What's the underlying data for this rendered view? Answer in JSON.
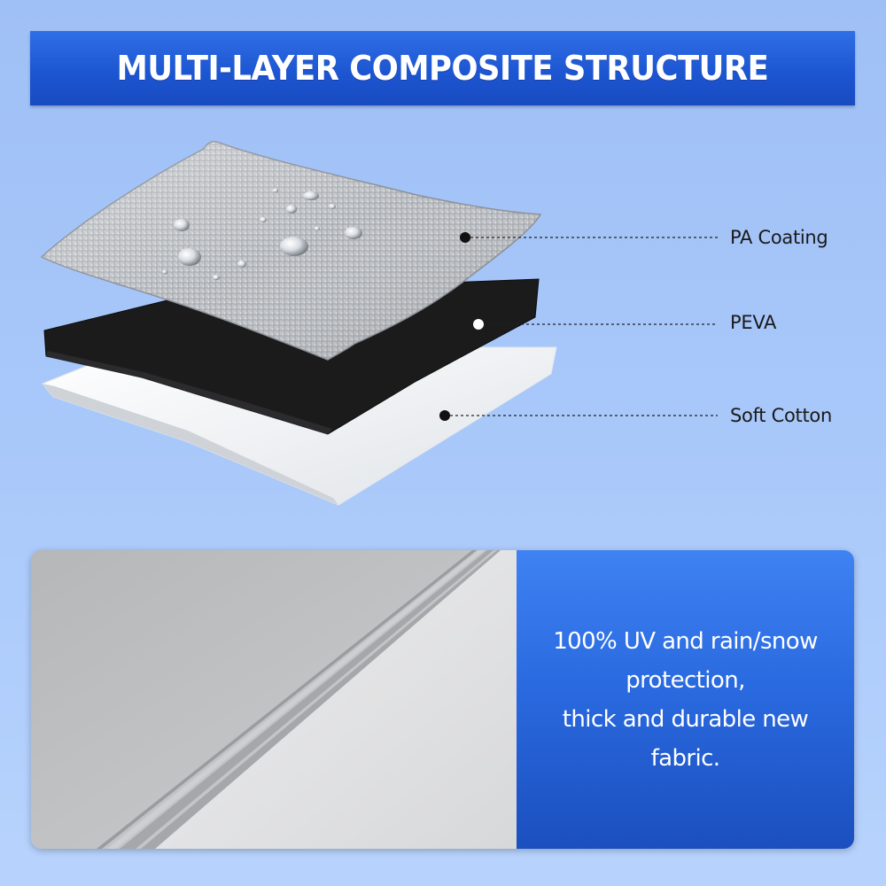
{
  "banner": {
    "title": "MULTI-LAYER COMPOSITE STRUCTURE"
  },
  "layers": [
    {
      "label": "PA Coating"
    },
    {
      "label": "PEVA"
    },
    {
      "label": "Soft Cotton"
    }
  ],
  "feature": {
    "lines": [
      "100% UV and rain/snow",
      "protection,",
      "thick and durable new",
      "fabric."
    ]
  },
  "colors": {
    "background": "#a9c8fa",
    "banner": "#1d56d2",
    "feature_box": "#2a6ae0",
    "silver_layer": "#c8cacd",
    "peva_layer": "#1a1a1a",
    "cotton_layer": "#f4f4f4"
  }
}
